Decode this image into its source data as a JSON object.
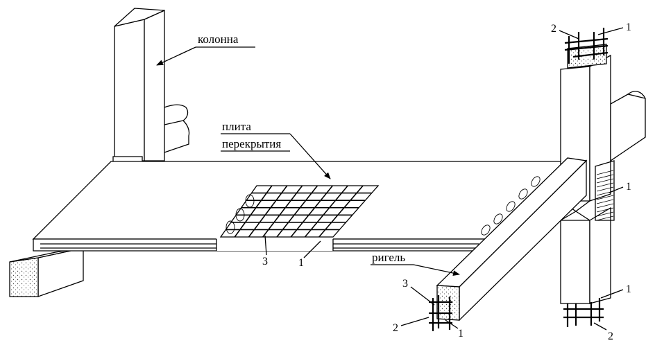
{
  "labels": {
    "column": "колонна",
    "slab_line1": "плита",
    "slab_line2": "перекрытия",
    "crossbar": "ригель"
  },
  "numbers": {
    "top_right_2": "2",
    "top_right_1": "1",
    "mid_right_1": "1",
    "low_right_1": "1",
    "low_right_2": "2",
    "mesh_3": "3",
    "mesh_1": "1",
    "beam_3": "3",
    "beam_2": "2",
    "beam_1": "1"
  }
}
